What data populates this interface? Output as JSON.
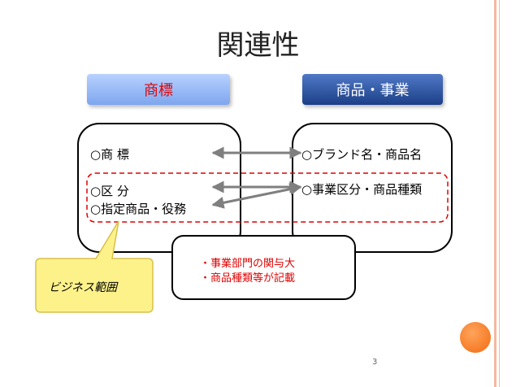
{
  "title": "関連性",
  "headers": {
    "left": "商標",
    "right": "商品・事業"
  },
  "left_box": {
    "line1": "○商 標",
    "line2": "○区 分",
    "line3": "○指定商品・役務"
  },
  "right_box": {
    "line1": "○ブランド名・商品名",
    "line2": "○事業区分・商品種類"
  },
  "note_box": {
    "line1": "・事業部門の関与大",
    "line2": "・商品種類等が記載"
  },
  "callout": "ビジネス範囲",
  "page_number": "3",
  "colors": {
    "left_header_text": "#e00000",
    "dashed_border": "#e00000",
    "arrow": "#7f7f7f",
    "callout_fill": "#fdf28a",
    "right_header_bg": "#1d3f88",
    "accent": "#f26a10"
  }
}
